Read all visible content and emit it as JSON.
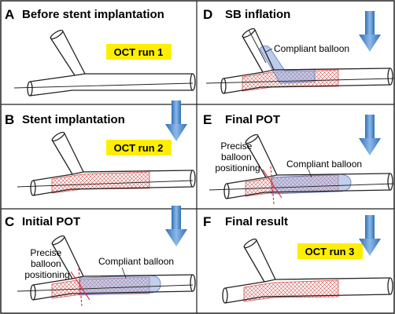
{
  "panels": [
    {
      "letter": "A",
      "title": "Before stent implantation",
      "oct_label": "OCT run 1"
    },
    {
      "letter": "B",
      "title": "Stent implantation",
      "oct_label": "OCT run 2"
    },
    {
      "letter": "C",
      "title": "Initial POT",
      "balloon_label": "Compliant balloon",
      "positioning_label": [
        "Precise",
        "balloon",
        "positioning"
      ]
    },
    {
      "letter": "D",
      "title": "SB inflation",
      "balloon_label": "Compliant balloon"
    },
    {
      "letter": "E",
      "title": "Final POT",
      "balloon_label": "Compliant balloon",
      "positioning_label": [
        "Precise",
        "balloon",
        "positioning"
      ]
    },
    {
      "letter": "F",
      "title": "Final result",
      "oct_label": "OCT run 3"
    }
  ],
  "colors": {
    "oct_box": "#ffee00",
    "stent": "#d9534f",
    "balloon": "#8fa8dc",
    "arrow": "#4a86c8",
    "marker": "#e0202a",
    "border": "#222222"
  },
  "icons": [
    "down-arrow-icon"
  ]
}
